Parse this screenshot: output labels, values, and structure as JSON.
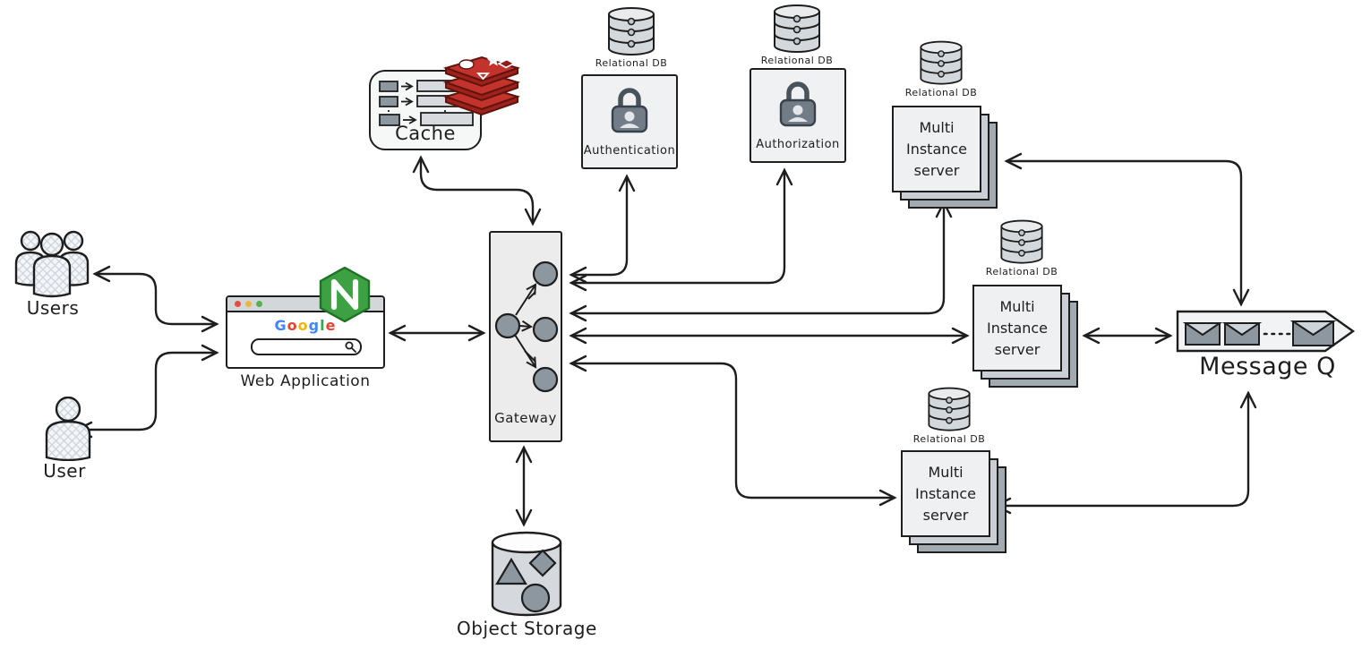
{
  "nodes": {
    "users": {
      "label": "Users"
    },
    "user": {
      "label": "User"
    },
    "web_application": {
      "label": "Web Application",
      "logo_text": "Google",
      "logo_letters": [
        {
          "ch": "G",
          "color": "#4285f4"
        },
        {
          "ch": "o",
          "color": "#ea4335"
        },
        {
          "ch": "o",
          "color": "#f4b400"
        },
        {
          "ch": "g",
          "color": "#4285f4"
        },
        {
          "ch": "l",
          "color": "#34a853"
        },
        {
          "ch": "e",
          "color": "#ea4335"
        }
      ]
    },
    "cache": {
      "label": "Cache"
    },
    "gateway": {
      "label": "Gateway"
    },
    "authentication": {
      "label": "Authentication"
    },
    "authorization": {
      "label": "Authorization"
    },
    "servers": [
      {
        "lines": [
          "Multi",
          "Instance",
          "server"
        ]
      },
      {
        "lines": [
          "Multi",
          "Instance",
          "server"
        ]
      },
      {
        "lines": [
          "Multi",
          "Instance",
          "server"
        ]
      }
    ],
    "message_q": {
      "label": "Message Q"
    },
    "object_storage": {
      "label": "Object Storage"
    }
  },
  "shared": {
    "relational_db_label": "Relational DB"
  },
  "edges": [
    {
      "from": "users",
      "to": "web_application",
      "bidirectional": true
    },
    {
      "from": "user",
      "to": "web_application",
      "bidirectional": true
    },
    {
      "from": "web_application",
      "to": "gateway",
      "bidirectional": true
    },
    {
      "from": "cache",
      "to": "gateway",
      "bidirectional": true
    },
    {
      "from": "gateway",
      "to": "object_storage",
      "bidirectional": true
    },
    {
      "from": "gateway",
      "to": "authentication",
      "bidirectional": true
    },
    {
      "from": "gateway",
      "to": "authorization",
      "bidirectional": true
    },
    {
      "from": "gateway",
      "to": "server1",
      "bidirectional": true
    },
    {
      "from": "gateway",
      "to": "server2",
      "bidirectional": true
    },
    {
      "from": "gateway",
      "to": "server3",
      "bidirectional": true
    },
    {
      "from": "server1",
      "to": "message_q",
      "bidirectional": true
    },
    {
      "from": "server2",
      "to": "message_q",
      "bidirectional": true
    },
    {
      "from": "server3",
      "to": "message_q",
      "bidirectional": true
    }
  ],
  "icons": {
    "users-icon": "three person silhouettes, crosshatch fill",
    "user-icon": "single person silhouette, crosshatch fill",
    "browser-window-icon": "mac browser with red/yellow/green dots and search bar",
    "search-icon": "magnifier in search bar",
    "nginx-logo-icon": "green hexagon with white N",
    "redis-logo-icon": "three stacked red layers with white star/circle/triangle",
    "cache-rows-icon": "key-value rows with arrows",
    "gateway-graph-icon": "one node fanning out to three nodes",
    "lock-icon": "gray padlock with person silhouette",
    "database-icon": "gray three-tier cylinder",
    "stacked-server-icon": "three offset squares",
    "envelope-icon": "gray mail envelope",
    "bucket-icon": "cylinder with triangle, diamond, circle"
  },
  "colors": {
    "stroke": "#1e1e1e",
    "box_fill": "#eef0f1",
    "gateway_fill": "#ececec",
    "light_gray_fill": "#d5d9dd",
    "mid_gray": "#8d97a0",
    "nginx_green": "#3da144",
    "redis_red": "#c3332b",
    "google_blue": "#4285f4",
    "google_red": "#ea4335",
    "google_yellow": "#f4b400",
    "google_green": "#34a853",
    "browser_dot_red": "#e04f3f",
    "browser_dot_yellow": "#edb73c",
    "browser_dot_green": "#57b14f"
  }
}
